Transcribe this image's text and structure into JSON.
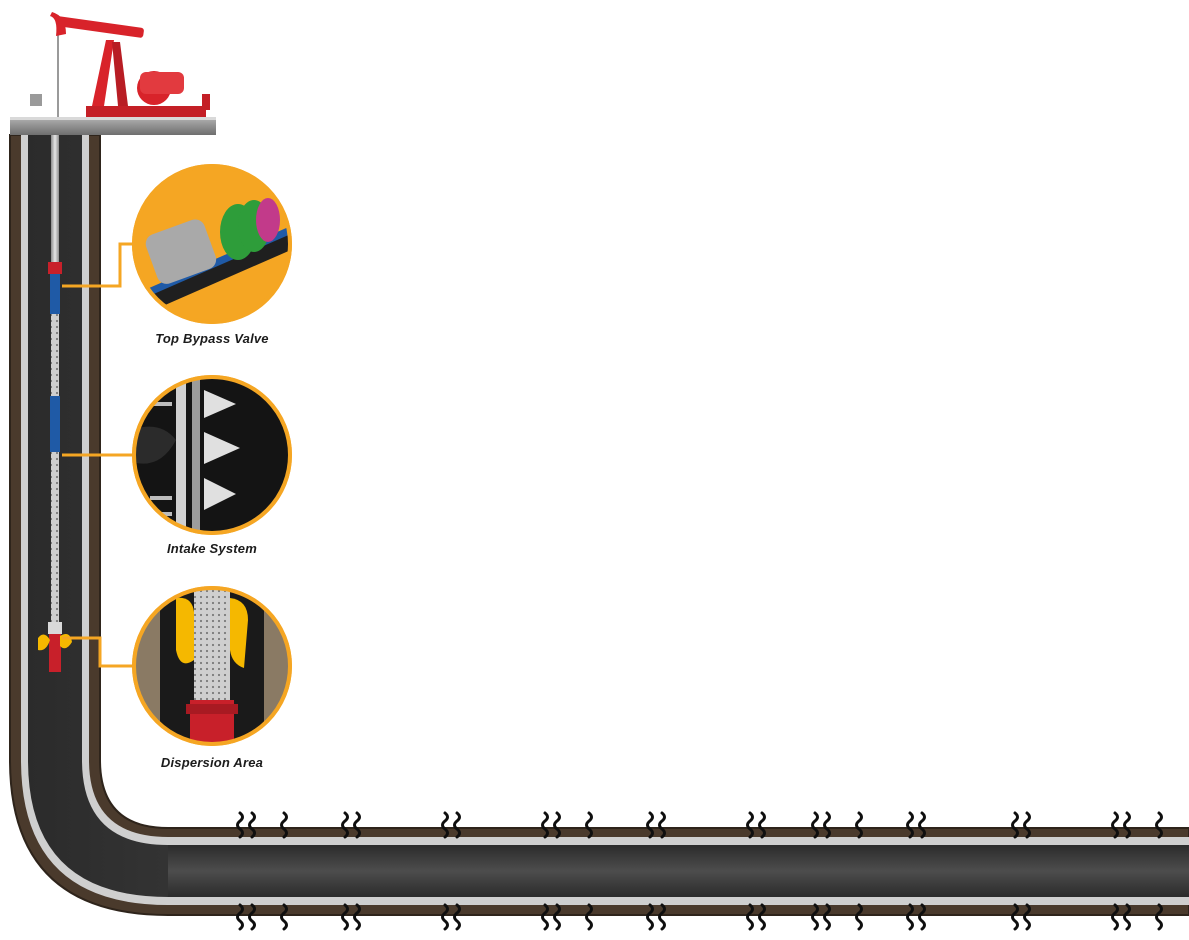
{
  "callouts": [
    {
      "label": "Top Bypass Valve"
    },
    {
      "label": "Intake System"
    },
    {
      "label": "Dispersion Area"
    }
  ],
  "colors": {
    "callout_ring": "#f5a623",
    "rock": "#4a3a2c",
    "casing": "#c9c9c9",
    "bore": "#3a3a3a",
    "pump_jack": "#d8232a",
    "tool_blue": "#1f5aa6",
    "tool_red": "#c8202a",
    "oil_yellow": "#f5b800"
  },
  "icons": [
    "pump-jack-icon",
    "fracture-icon"
  ]
}
